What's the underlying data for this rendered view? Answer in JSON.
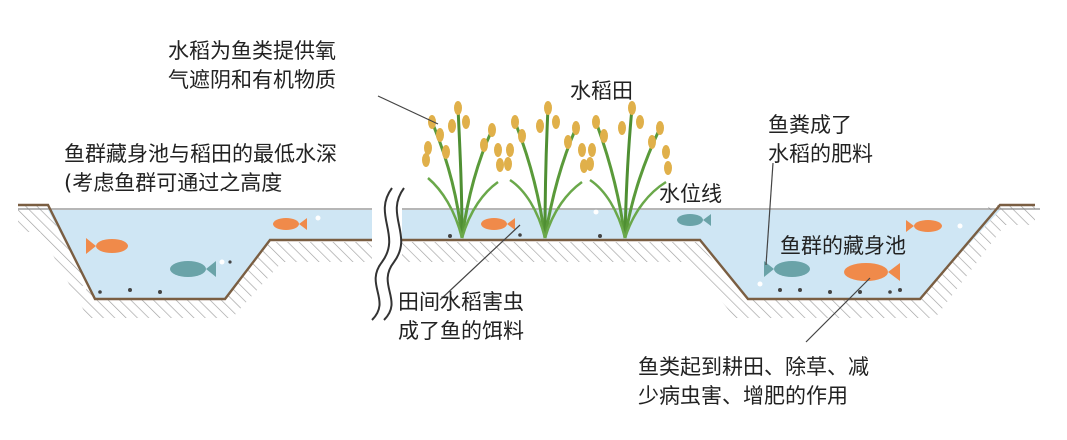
{
  "labels": {
    "oxygen": [
      "水稻为鱼类提供氧",
      "气遮阴和有机物质"
    ],
    "paddy": "水稻田",
    "refuge_depth": [
      "鱼群藏身池与稻田的最低水深",
      "(考虑鱼群可通过之高度"
    ],
    "manure": [
      "鱼粪成了",
      "水稻的肥料"
    ],
    "waterline": "水位线",
    "refuge_pond": "鱼群的藏身池",
    "pests": [
      "田间水稻害虫",
      "成了鱼的饵料"
    ],
    "fish_role": [
      "鱼类起到耕田、除草、减",
      "少病虫害、增肥的作用"
    ]
  },
  "colors": {
    "water": "#cfe6f4",
    "soil_line": "#8a6f55",
    "hatch": "#9a9a9a",
    "rice_leaf": "#5a9a3a",
    "rice_grain": "#e0b04a",
    "fish_orange": "#f08a4a",
    "fish_teal": "#6aa3a8"
  }
}
